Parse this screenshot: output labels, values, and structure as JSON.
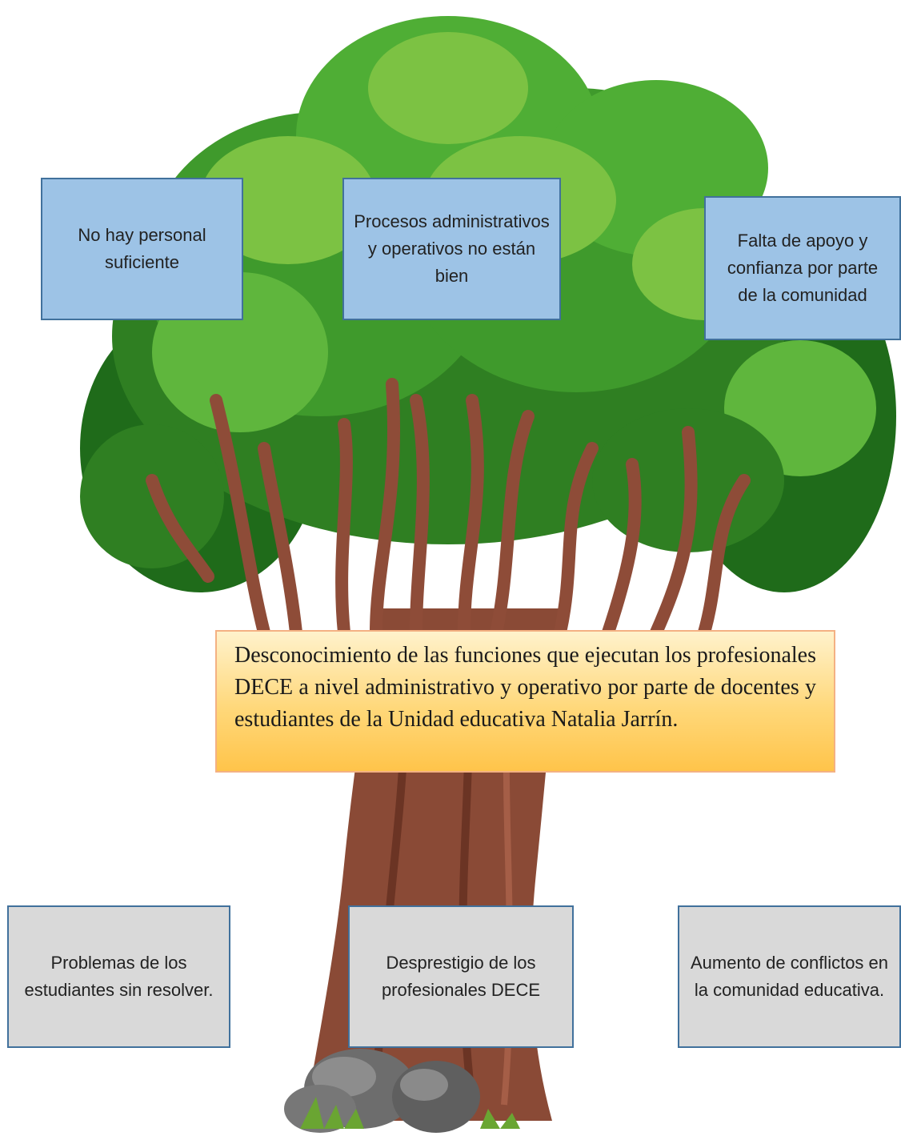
{
  "causes": [
    "No hay personal suficiente",
    "Procesos administrativos y operativos no están bien",
    "Falta de apoyo y confianza por parte de la comunidad"
  ],
  "problem": "Desconocimiento de las funciones que ejecutan los profesionales DECE a nivel administrativo y operativo por parte de docentes y estudiantes de la Unidad educativa Natalia Jarrín.",
  "effects": [
    "Problemas de los estudiantes sin resolver.",
    "Desprestigio de los profesionales DECE",
    "Aumento de conflictos en la comunidad educativa."
  ],
  "colors": {
    "cause_fill": "#9dc3e6",
    "effect_fill": "#d9d9d9",
    "problem_fill": "#ffd87a",
    "foliage_dark": "#1f6b1a",
    "foliage_mid": "#3f9a2c",
    "foliage_light": "#7cc243",
    "trunk": "#8a4a36",
    "rock": "#6d6d6d"
  }
}
